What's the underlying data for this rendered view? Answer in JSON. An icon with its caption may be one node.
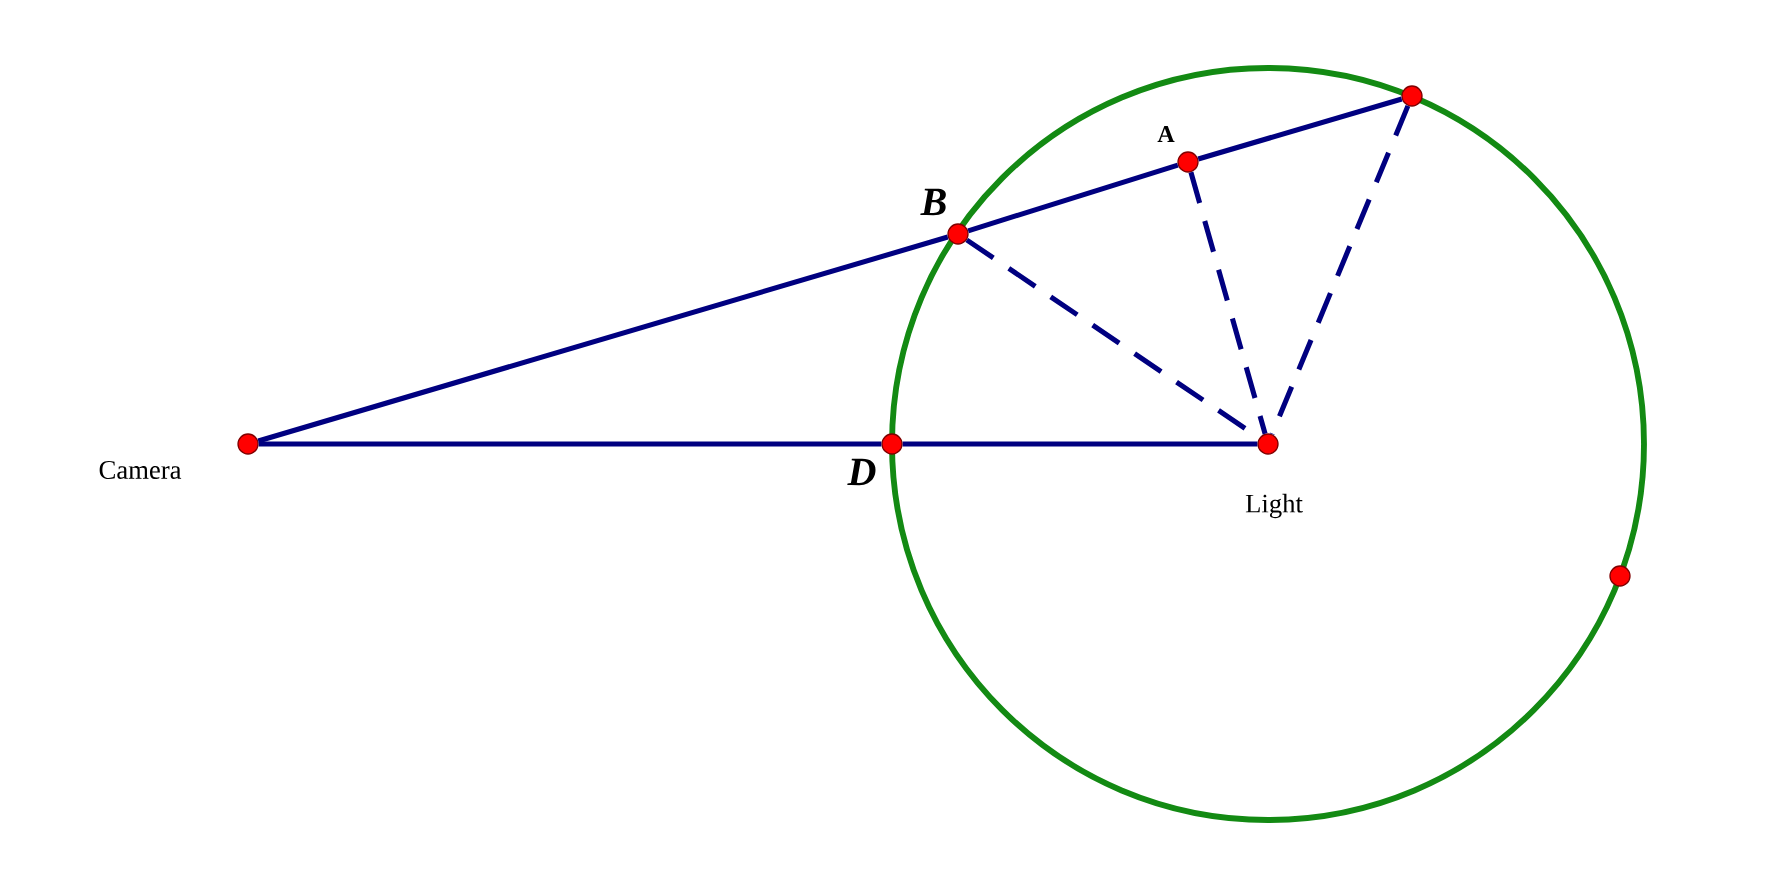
{
  "diagram": {
    "nodes": [
      {
        "text": [],
        "shape": "circle",
        "beside": [
          "Camera"
        ]
      },
      {
        "text": [],
        "shape": "circle",
        "beside": [
          "Light"
        ]
      },
      {
        "text": [],
        "shape": "circle",
        "beside": [
          "B"
        ]
      },
      {
        "text": [],
        "shape": "circle",
        "beside": [
          "A"
        ]
      },
      {
        "text": [],
        "shape": "circle"
      },
      {
        "text": [],
        "shape": "circle",
        "beside": [
          "D"
        ]
      },
      {
        "text": [],
        "shape": "circle"
      }
    ],
    "edges": [
      {
        "from": 0,
        "to": 2,
        "arrow": "none"
      },
      {
        "from": 2,
        "to": 3,
        "arrow": "none"
      },
      {
        "from": 3,
        "to": 4,
        "arrow": "none"
      },
      {
        "from": 0,
        "to": 5,
        "arrow": "none"
      },
      {
        "from": 5,
        "to": 1,
        "arrow": "none"
      },
      {
        "from": 2,
        "to": 1,
        "arrow": "none",
        "style": "dashed"
      },
      {
        "from": 3,
        "to": 1,
        "arrow": "none",
        "style": "dashed"
      },
      {
        "from": 4,
        "to": 1,
        "arrow": "none",
        "style": "dashed"
      }
    ]
  }
}
